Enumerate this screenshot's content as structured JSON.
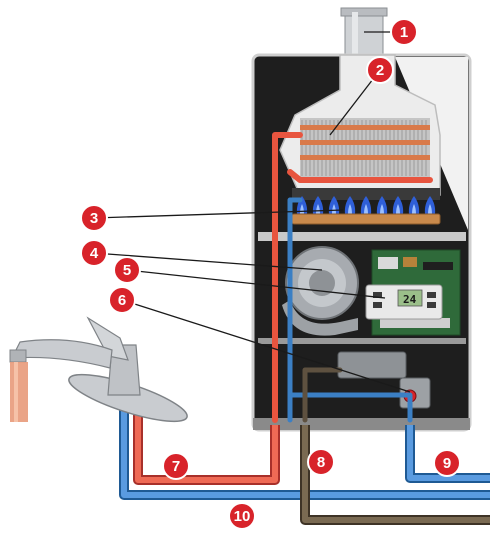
{
  "diagram": {
    "callouts": [
      {
        "id": "1",
        "label": "1"
      },
      {
        "id": "2",
        "label": "2"
      },
      {
        "id": "3",
        "label": "3"
      },
      {
        "id": "4",
        "label": "4"
      },
      {
        "id": "5",
        "label": "5"
      },
      {
        "id": "6",
        "label": "6"
      },
      {
        "id": "7",
        "label": "7"
      },
      {
        "id": "8",
        "label": "8"
      },
      {
        "id": "9",
        "label": "9"
      },
      {
        "id": "10",
        "label": "10"
      }
    ],
    "display_readout": "24",
    "colors": {
      "callout_red": "#d8232a",
      "hot_pipe": "#e8553f",
      "cold_pipe": "#3b7fc4",
      "gas_pipe": "#5e5140",
      "cabinet": "#1e1e1e",
      "flame_blue": "#2f5fd8",
      "flame_orange": "#f39a2c"
    },
    "icons": [
      "faucet-icon",
      "water-stream-icon",
      "flame-icon",
      "control-panel-icon",
      "gas-valve-icon"
    ]
  }
}
